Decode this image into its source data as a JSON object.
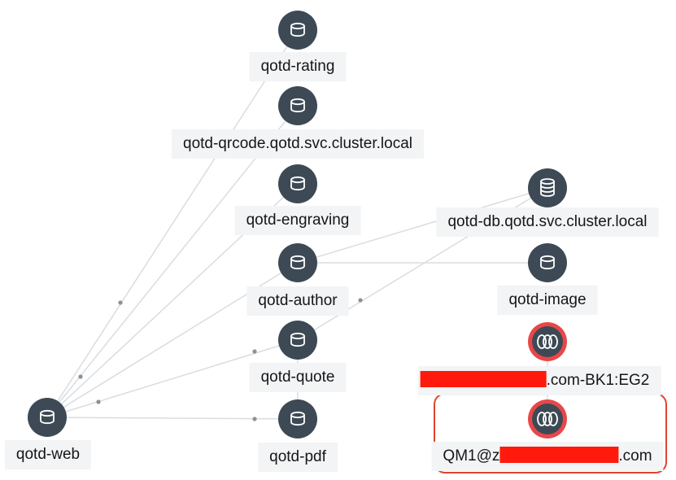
{
  "nodes": {
    "rating": {
      "label": "qotd-rating"
    },
    "qrcode": {
      "label": "qotd-qrcode.qotd.svc.cluster.local"
    },
    "engraving": {
      "label": "qotd-engraving"
    },
    "db": {
      "label": "qotd-db.qotd.svc.cluster.local"
    },
    "author": {
      "label": "qotd-author"
    },
    "image": {
      "label": "qotd-image"
    },
    "queue1": {
      "label_suffix": ".com-BK1:EG2"
    },
    "quote": {
      "label": "qotd-quote"
    },
    "web": {
      "label": "qotd-web"
    },
    "pdf": {
      "label": "qotd-pdf"
    },
    "queue2": {
      "label_prefix": "QM1@z",
      "label_suffix": ".com"
    }
  },
  "colors": {
    "node_fill": "#3d4a55",
    "queue_ring": "#e8474a",
    "edge": "#d9dde0",
    "label_bg": "#f2f4f5",
    "selection": "#e0432e",
    "redaction": "#ff1a0d"
  },
  "icons": {
    "service": "database-cylinder-icon",
    "queue": "message-queue-icon"
  }
}
